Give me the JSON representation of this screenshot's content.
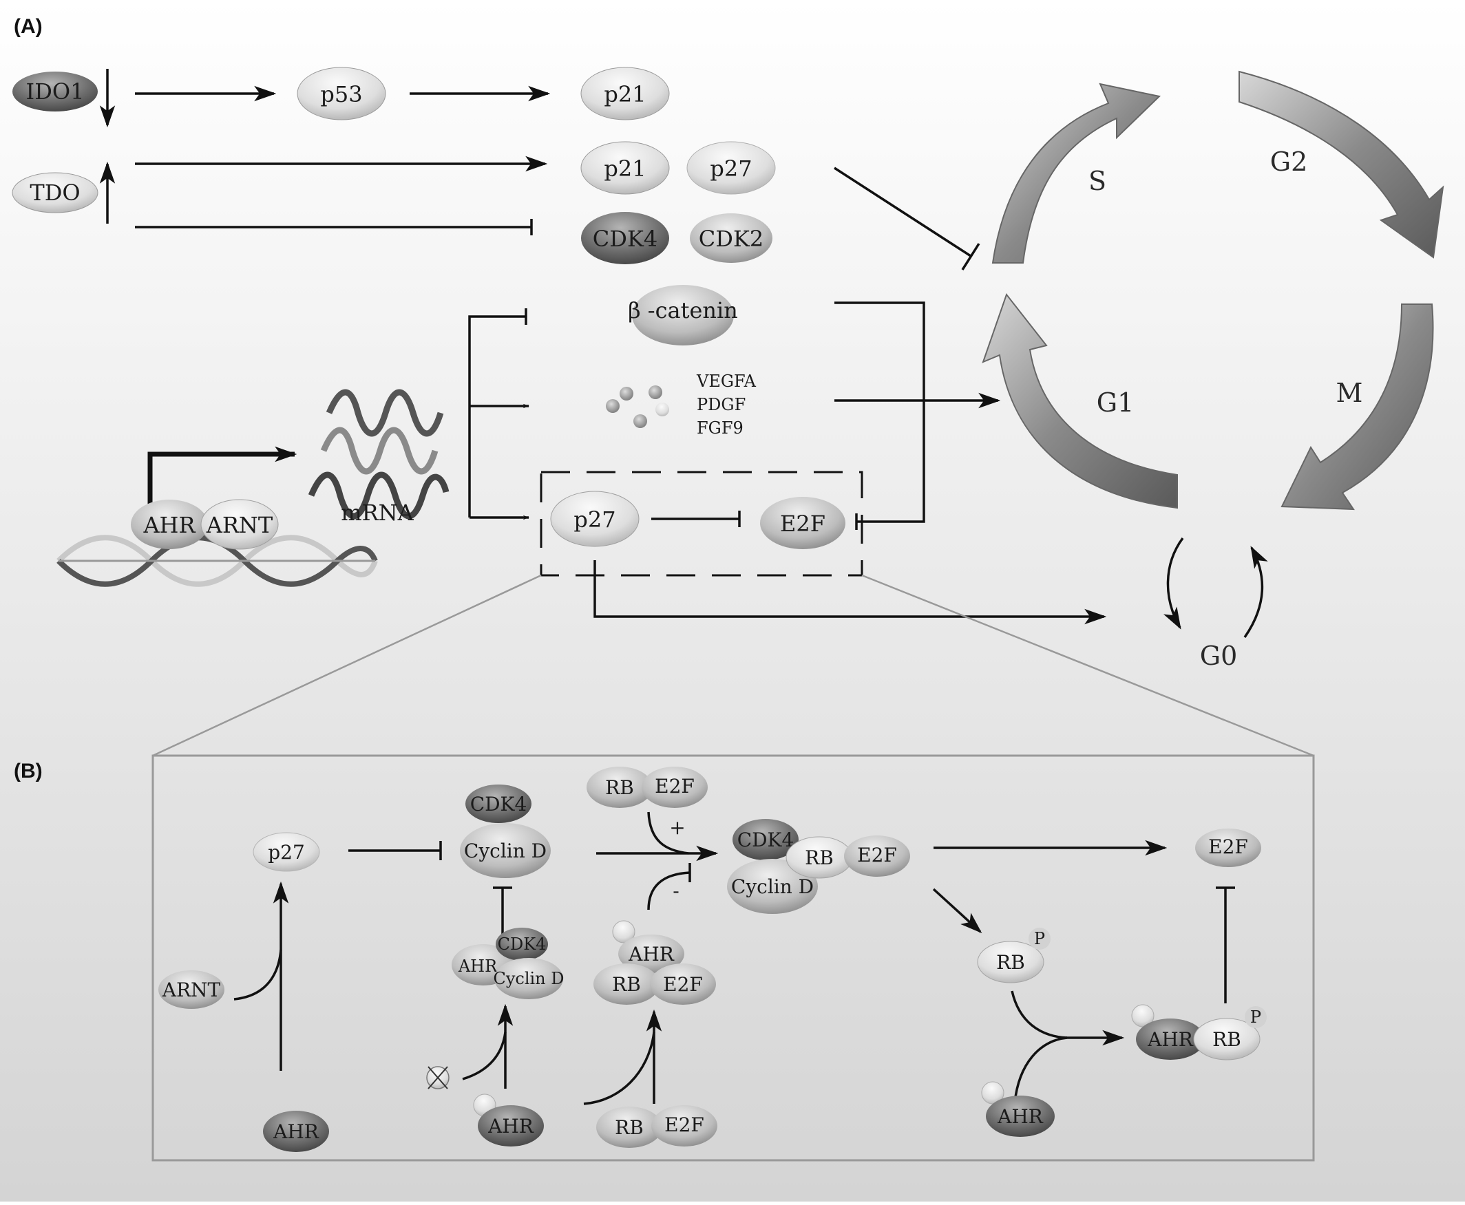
{
  "panels": {
    "a": "(A)",
    "b": "(B)"
  },
  "panel_a": {
    "ido1": "IDO1",
    "tdo": "TDO",
    "p53": "p53",
    "p21_top": "p21",
    "p21_mid": "p21",
    "p27_mid": "p27",
    "cdk4": "CDK4",
    "cdk2": "CDK2",
    "beta_catenin": "β -catenin",
    "growth_factors": [
      "VEGFA",
      "PDGF",
      "FGF9"
    ],
    "mrna": "mRNA",
    "ahr": "AHR",
    "arnt": "ARNT",
    "p27_box": "p27",
    "e2f_box": "E2F",
    "cycle_phases": {
      "s": "S",
      "g2": "G2",
      "m": "M",
      "g1": "G1",
      "g0": "G0"
    }
  },
  "panel_b": {
    "p27": "p27",
    "arnt": "ARNT",
    "ahr_bottom": "AHR",
    "cdk4": "CDK4",
    "cyclin_d": "Cyclin D",
    "complex_ahr": "AHR",
    "complex_cdk4": "CDK4",
    "complex_cyclin_d": "Cyclin D",
    "ahr_ligand": "AHR",
    "rb_top": "RB",
    "e2f_top": "E2F",
    "plus": "+",
    "minus": "-",
    "ahr_rb_e2f_ahr": "AHR",
    "ahr_rb_e2f_rb": "RB",
    "ahr_rb_e2f_e2f": "E2F",
    "rb_bottom": "RB",
    "e2f_bottom": "E2F",
    "big_cdk4": "CDK4",
    "big_cyclin_d": "Cyclin D",
    "big_rb": "RB",
    "big_e2f": "E2F",
    "e2f_free": "E2F",
    "rb_p": "RB",
    "p_label_1": "P",
    "ahr_rb_ahr": "AHR",
    "ahr_rb_rb": "RB",
    "p_label_2": "P",
    "ahr_lower": "AHR"
  },
  "colors": {
    "background_top": "#ffffff",
    "background_bottom": "#d6d6d6",
    "line": "#111111",
    "dark_node": "#4a4a4a",
    "light_node": "#e6e6e6"
  }
}
